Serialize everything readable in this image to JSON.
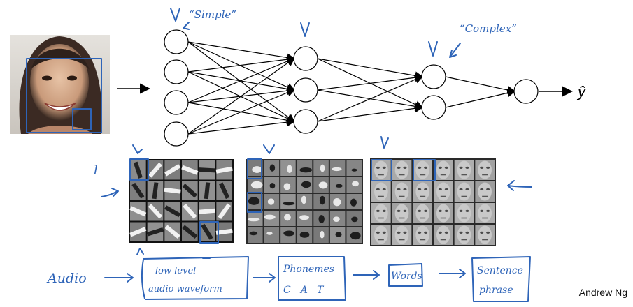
{
  "output_label": "ŷ",
  "annotations": {
    "simple": "“Simple”",
    "complex": "“Complex”",
    "one": "l"
  },
  "audio_pipeline": {
    "input": "Audio",
    "stages": [
      "low level audio waveform",
      "Phonemes C A T",
      "Words",
      "Sentence phrase"
    ]
  },
  "layers": [
    4,
    3,
    2,
    1
  ],
  "credit": "Andrew Ng",
  "colors": {
    "ink": "#2e64b8",
    "node": "#000000",
    "face_bg": "#d9d2c8"
  }
}
